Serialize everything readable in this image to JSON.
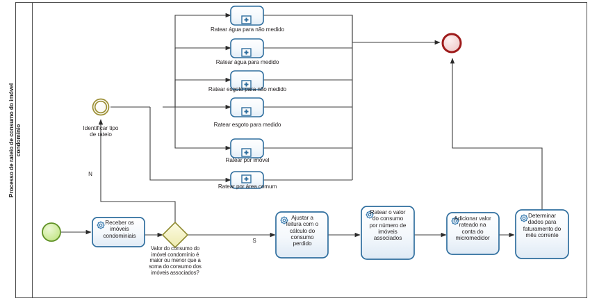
{
  "diagram": {
    "type": "bpmn-process",
    "pool": {
      "label": "Processo de rateio de consumo  do imóvel condomínio"
    },
    "events": [
      {
        "id": "start",
        "kind": "start-event",
        "label": "",
        "color": "#b9e07a"
      },
      {
        "id": "identificar",
        "kind": "intermediate-event",
        "label": "Identificar tipo\nde rateio",
        "color": "#9c8f35"
      },
      {
        "id": "end",
        "kind": "end-event",
        "label": "",
        "color": "#9e1b1b"
      }
    ],
    "gateway": {
      "id": "gw-valor",
      "kind": "exclusive-gateway",
      "label": "Valor do consumo do\nimóvel condomínio é\nmaior ou menor que a\nsoma do consumo dos\nimóveis associados?",
      "color": "#8f8a31"
    },
    "subprocesses": [
      {
        "id": "sp1",
        "label": "Ratear água para não medido"
      },
      {
        "id": "sp2",
        "label": "Ratear água para medido"
      },
      {
        "id": "sp3",
        "label": "Ratear esgoto para não medido"
      },
      {
        "id": "sp4",
        "label": "Ratear esgoto para medido"
      },
      {
        "id": "sp5",
        "label": "Ratear por imóvel"
      },
      {
        "id": "sp6",
        "label": "Ratear por área comum"
      }
    ],
    "tasks": [
      {
        "id": "t1",
        "label": "Receber os\nimóveis\ncondominiais"
      },
      {
        "id": "t2",
        "label": "Ajustar a\nleitura com o\ncálculo do\nconsumo\nperdido"
      },
      {
        "id": "t3",
        "label": "Ratear o valor\ndo consumo\npor número de\nimóveis\nassociados"
      },
      {
        "id": "t4",
        "label": "Adicionar valor\nrateado na\nconta do\nmicromedidor"
      },
      {
        "id": "t5",
        "label": "Determinar\ndados para\nfaturamento do\nmês corrente"
      }
    ],
    "flow_labels": [
      {
        "id": "flow-n",
        "label": "N"
      },
      {
        "id": "flow-s",
        "label": "S"
      }
    ],
    "colors": {
      "task_border": "#2f6e9e",
      "task_fill_top": "#ffffff",
      "task_fill_bottom": "#e8eff7",
      "sub_marker": "#2f6e9e",
      "gateway_fill": "#f5f3c6",
      "gateway_border": "#8f8a31",
      "start_fill": "#c9ea8d",
      "start_border": "#5f9125",
      "end_fill": "#f4d4d4",
      "end_border": "#9e1b1b",
      "inter_border": "#9c8f35",
      "flow_line": "#3d3d3d",
      "pool_border": "#4d4d4d"
    }
  }
}
